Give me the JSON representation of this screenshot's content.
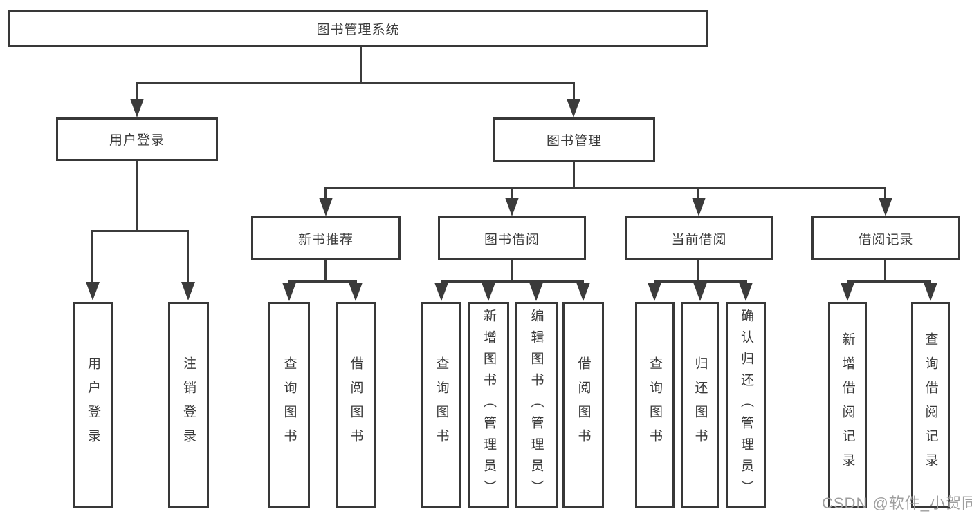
{
  "diagram": {
    "title": "图书管理系统",
    "type": "hierarchy-tree",
    "colors": {
      "line": "#3b3b3b",
      "border": "#383838",
      "text": "#3a3a3a",
      "background": "#ffffff",
      "watermark": "#9e9e9e"
    },
    "nodes": {
      "root": {
        "label": "图书管理系统"
      },
      "user_login": {
        "label": "用户登录"
      },
      "book_mgmt": {
        "label": "图书管理"
      },
      "new_book_rec": {
        "label": "新书推荐"
      },
      "book_borrow": {
        "label": "图书借阅"
      },
      "current_borrow": {
        "label": "当前借阅"
      },
      "borrow_records": {
        "label": "借阅记录"
      },
      "login": {
        "label": "用户登录"
      },
      "logout": {
        "label": "注销登录"
      },
      "rec_query_book": {
        "label": "查询图书"
      },
      "rec_borrow_book": {
        "label": "借阅图书"
      },
      "bb_query_book": {
        "label": "查询图书"
      },
      "bb_add_book": {
        "label": "新增图书（管理员）"
      },
      "bb_edit_book": {
        "label": "编辑图书（管理员）"
      },
      "bb_borrow_book": {
        "label": "借阅图书"
      },
      "cb_query_book": {
        "label": "查询图书"
      },
      "cb_return_book": {
        "label": "归还图书"
      },
      "cb_confirm_return": {
        "label": "确认归还（管理员）"
      },
      "br_add_record": {
        "label": "新增借阅记录"
      },
      "br_query_record": {
        "label": "查询借阅记录"
      }
    },
    "edges": [
      [
        "root",
        "user_login"
      ],
      [
        "root",
        "book_mgmt"
      ],
      [
        "user_login",
        "login"
      ],
      [
        "user_login",
        "logout"
      ],
      [
        "book_mgmt",
        "new_book_rec"
      ],
      [
        "book_mgmt",
        "book_borrow"
      ],
      [
        "book_mgmt",
        "current_borrow"
      ],
      [
        "book_mgmt",
        "borrow_records"
      ],
      [
        "new_book_rec",
        "rec_query_book"
      ],
      [
        "new_book_rec",
        "rec_borrow_book"
      ],
      [
        "book_borrow",
        "bb_query_book"
      ],
      [
        "book_borrow",
        "bb_add_book"
      ],
      [
        "book_borrow",
        "bb_edit_book"
      ],
      [
        "book_borrow",
        "bb_borrow_book"
      ],
      [
        "current_borrow",
        "cb_query_book"
      ],
      [
        "current_borrow",
        "cb_return_book"
      ],
      [
        "current_borrow",
        "cb_confirm_return"
      ],
      [
        "borrow_records",
        "br_add_record"
      ],
      [
        "borrow_records",
        "br_query_record"
      ]
    ],
    "watermark": "CSDN @软件_小贺同学"
  }
}
